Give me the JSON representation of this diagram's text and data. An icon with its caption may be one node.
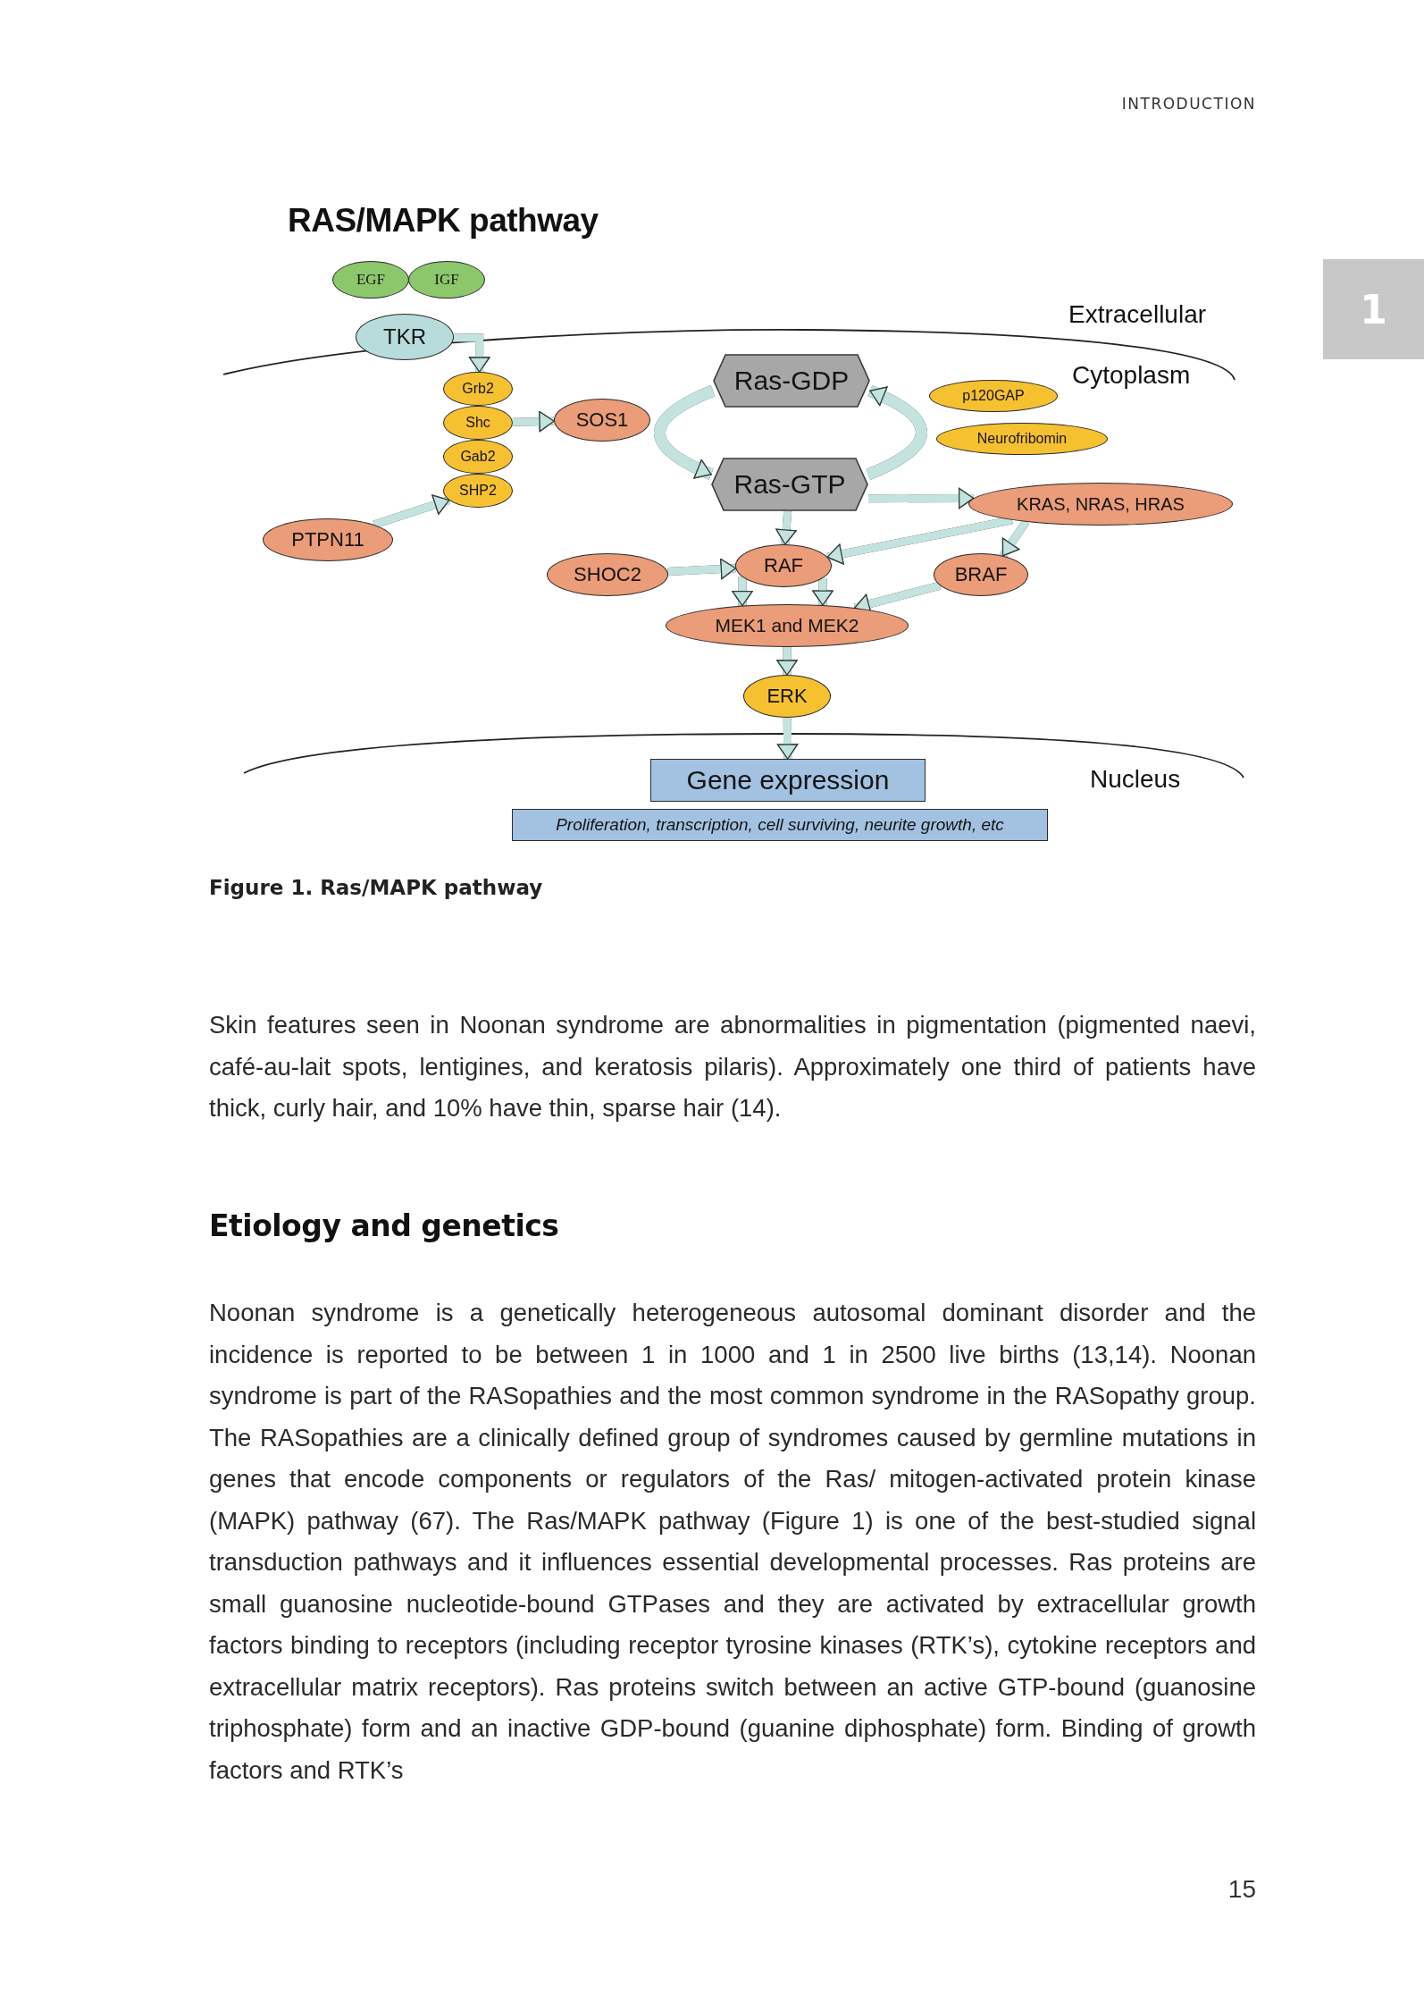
{
  "diagram": {
    "title": "RAS/MAPK pathway",
    "caption": "Figure 1. Ras/MAPK pathway",
    "nodes": [
      {
        "text": [
          "EGF"
        ]
      },
      {
        "text": [
          "IGF"
        ]
      },
      {
        "text": [
          "TKR"
        ]
      },
      {
        "text": [
          "Grb2"
        ]
      },
      {
        "text": [
          "Shc"
        ]
      },
      {
        "text": [
          "Gab2"
        ]
      },
      {
        "text": [
          "SHP2"
        ]
      },
      {
        "text": [
          "SOS1"
        ]
      },
      {
        "text": [
          "Ras-GDP"
        ]
      },
      {
        "text": [
          "Ras-GTP"
        ]
      },
      {
        "text": [
          "p120GAP"
        ]
      },
      {
        "text": [
          "Neurofribomin"
        ]
      },
      {
        "text": [
          "KRAS, NRAS, HRAS"
        ]
      },
      {
        "text": [
          "PTPN11"
        ]
      },
      {
        "text": [
          "SHOC2"
        ]
      },
      {
        "text": [
          "RAF"
        ]
      },
      {
        "text": [
          "BRAF"
        ]
      },
      {
        "text": [
          "MEK1 and MEK2"
        ]
      },
      {
        "text": [
          "ERK"
        ]
      },
      {
        "text": [
          "Gene expression"
        ]
      },
      {
        "text": [
          "Proliferation, transcription, cell surviving, neurite growth, etc"
        ]
      }
    ],
    "edges": [
      {
        "from": 2,
        "to": 3,
        "arrow": "to"
      },
      {
        "from": 4,
        "to": 7,
        "arrow": "to"
      },
      {
        "from": 13,
        "to": 6,
        "arrow": "to"
      },
      {
        "from": 8,
        "to": 9,
        "arrow": "to"
      },
      {
        "from": 9,
        "to": 8,
        "arrow": "to"
      },
      {
        "from": 9,
        "to": 12,
        "arrow": "to"
      },
      {
        "from": 9,
        "to": 15,
        "arrow": "to"
      },
      {
        "from": 12,
        "to": 15,
        "arrow": "to"
      },
      {
        "from": 12,
        "to": 16,
        "arrow": "to"
      },
      {
        "from": 14,
        "to": 15,
        "arrow": "to"
      },
      {
        "from": 15,
        "to": 17,
        "arrow": "to"
      },
      {
        "from": 15,
        "to": 17,
        "arrow": "to"
      },
      {
        "from": 16,
        "to": 17,
        "arrow": "to"
      },
      {
        "from": 17,
        "to": 18,
        "arrow": "to"
      },
      {
        "from": 18,
        "to": 19,
        "arrow": "to"
      }
    ],
    "labels": [
      "INTRODUCTION",
      "1",
      "Extracellular",
      "Cytoplasm",
      "Nucleus",
      "Skin features seen in Noonan syndrome are abnormalities in pigmentation (pigmented naevi, café-au-lait spots, lentigines, and keratosis pilaris). Approximately one third of patients have thick, curly hair, and 10% have thin, sparse hair (14).",
      "Etiology and genetics",
      "Noonan syndrome is a genetically heterogeneous autosomal dominant disorder and the incidence is reported to be between 1 in 1000 and 1 in 2500 live births (13,14). Noonan syndrome is part of the RASopathies and the most common syndrome in the RASopathy group. The RASopathies are a clinically defined group of syndromes caused by germline mutations in genes that encode components or regulators of the Ras/ mitogen-activated protein kinase (MAPK) pathway (67). The Ras/MAPK pathway (Figure 1) is one of the best-studied signal transduction pathways and it influences essential developmental processes. Ras proteins are small guanosine nucleotide-bound GTPases and they are activated by extracellular growth factors binding to receptors (including receptor tyrosine kinases (RTK’s), cytokine receptors and extracellular matrix receptors). Ras proteins switch between an active GTP-bound (guanosine triphosphate) form and an inactive GDP-bound (guanine diphosphate) form. Binding of growth factors and RTK’s",
      "15"
    ]
  }
}
